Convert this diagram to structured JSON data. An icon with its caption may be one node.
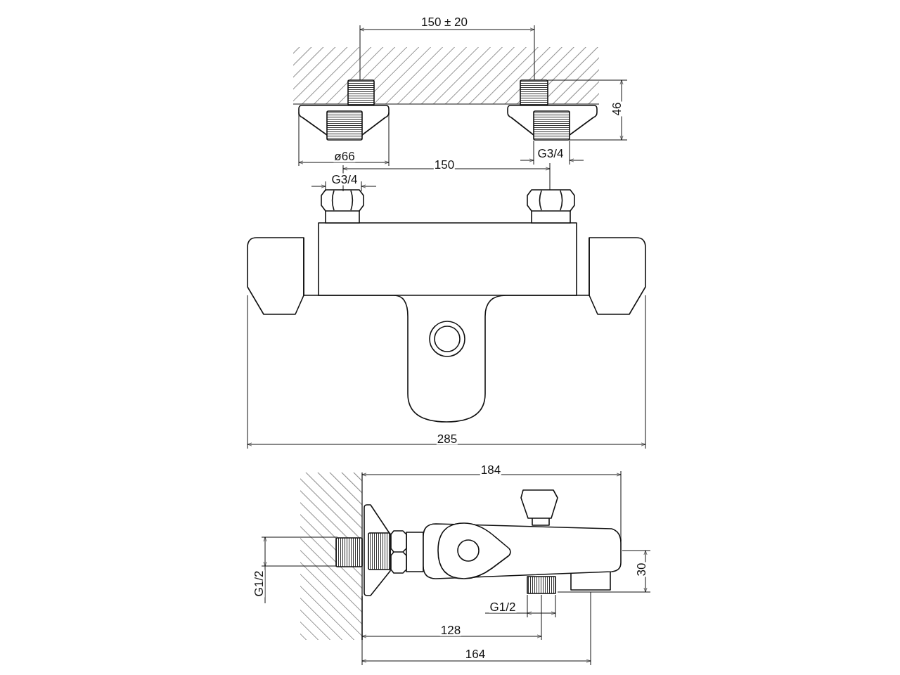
{
  "diagram": {
    "labels": [
      "150 ± 20",
      "46",
      "ø66",
      "G3/4",
      "150",
      "G3/4",
      "285",
      "184",
      "G1/2",
      "30",
      "G1/2",
      "128",
      "164"
    ]
  }
}
